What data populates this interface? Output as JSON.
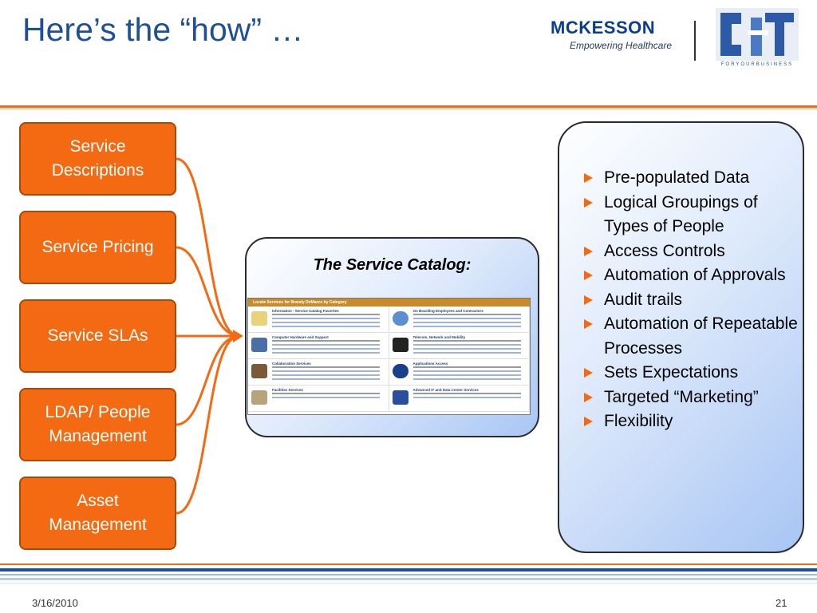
{
  "slide": {
    "title": "Here’s the “how” …",
    "date": "3/16/2010",
    "page_number": "21"
  },
  "logos": {
    "mckesson_name": "MCKESSON",
    "mckesson_tagline": "Empowering Healthcare",
    "cit_name": "CIT",
    "cit_tagline": "FORYOURBUSINESS"
  },
  "left_boxes": [
    {
      "label": "Service Descriptions"
    },
    {
      "label": "Service Pricing"
    },
    {
      "label": "Service SLAs"
    },
    {
      "label": "LDAP/ People Management"
    },
    {
      "label": "Asset Management"
    }
  ],
  "catalog": {
    "title": "The Service Catalog:",
    "screenshot_header": "Locate Services for Brandy DeMarco by Category",
    "categories": [
      "Information - Service Catalog Favorites",
      "On Boarding Employees and Contractors",
      "Computer Hardware and Support",
      "Telecom, Network and Mobility",
      "Collaboration Services",
      "Applications Access",
      "Facilities Services",
      "Advanced IT and Data Center Services"
    ]
  },
  "benefits": [
    "Pre-populated Data",
    "Logical Groupings of Types of People",
    "Access Controls",
    "Automation of Approvals",
    "Audit trails",
    "Automation of Repeatable Processes",
    "Sets Expectations",
    "Targeted “Marketing”",
    "Flexibility"
  ],
  "colors": {
    "accent_orange": "#f46a12",
    "title_blue": "#1f4f95",
    "brand_navy": "#0a3e8c"
  }
}
